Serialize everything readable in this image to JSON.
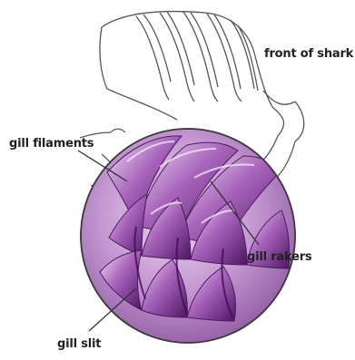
{
  "labels": {
    "front": "front of shark",
    "filaments": "gill filaments",
    "rakers": "gill rakers",
    "slit": "gill slit"
  },
  "colors": {
    "purple_dark": "#5e1f74",
    "purple_mid": "#9a56ad",
    "purple_light": "#d8bfe2",
    "line": "#555555",
    "background": "#ffffff"
  }
}
